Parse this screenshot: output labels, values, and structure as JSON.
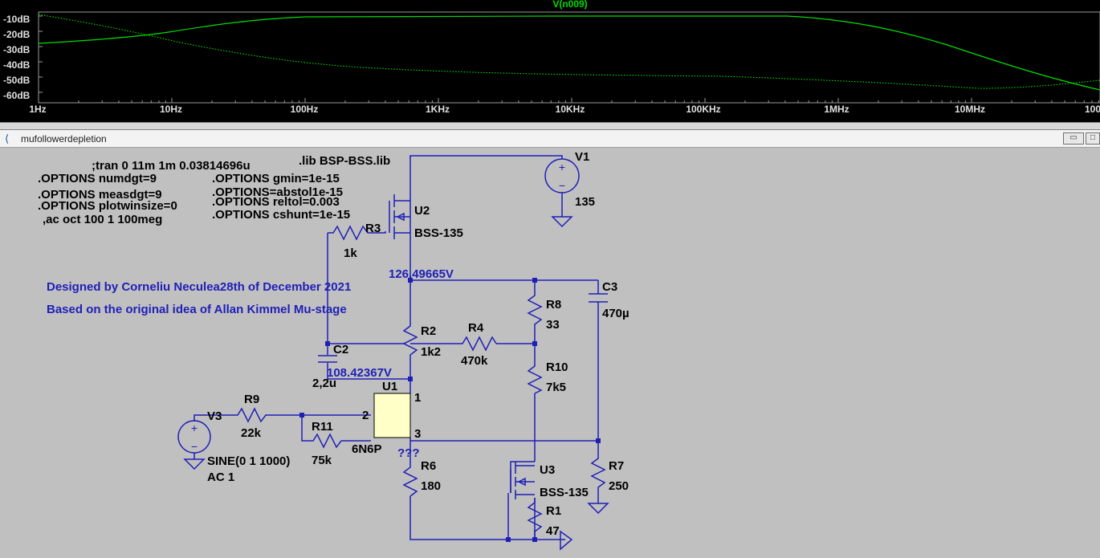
{
  "plot": {
    "trace_title": "V(n009)",
    "y_ticks": [
      "-10dB",
      "-20dB",
      "-30dB",
      "-40dB",
      "-50dB",
      "-60dB"
    ],
    "x_ticks": [
      "1Hz",
      "10Hz",
      "100Hz",
      "1KHz",
      "10KHz",
      "100KHz",
      "1MHz",
      "10MHz",
      "100"
    ],
    "trace_color": "#00dd00",
    "background": "#000000"
  },
  "window": {
    "title": "mufollowerdepletion",
    "minimize": "▭",
    "maximize": "□"
  },
  "directives": {
    "tran": ";tran 0 11m 1m 0.03814696u",
    "lib": ".lib BSP-BSS.lib",
    "opt_numdgt": ".OPTIONS numdgt=9",
    "opt_measdgt": ".OPTIONS measdgt=9",
    "opt_plotwinsize": ".OPTIONS plotwinsize=0",
    "ac": ",ac oct 100 1 100meg",
    "opt_gmin": ".OPTIONS gmin=1e-15",
    "opt_abstol": ".OPTIONS=abstol1e-15",
    "opt_reltol": ".OPTIONS reltol=0.003",
    "opt_cshunt": ".OPTIONS cshunt=1e-15"
  },
  "notes": {
    "designer": "Designed by Corneliu Neculea28th of December 2021",
    "based_on": "Based on the original idea of Allan Kimmel Mu-stage"
  },
  "voltages": {
    "top": "126.49665V",
    "mid": "108.42367V",
    "unknown": "???"
  },
  "components": {
    "V1": {
      "name": "V1",
      "value": "135"
    },
    "U2": {
      "name": "U2",
      "value": "BSS-135"
    },
    "R3": {
      "name": "R3",
      "value": "1k"
    },
    "C3": {
      "name": "C3",
      "value": "470µ"
    },
    "R8": {
      "name": "R8",
      "value": "33"
    },
    "R2": {
      "name": "R2",
      "value": "1k2"
    },
    "R4": {
      "name": "R4",
      "value": "470k"
    },
    "C2": {
      "name": "C2",
      "value": "2,2u"
    },
    "R10": {
      "name": "R10",
      "value": "7k5"
    },
    "U1": {
      "name": "U1",
      "value": "6N6P",
      "pin1": "1",
      "pin2": "2",
      "pin3": "3"
    },
    "R9": {
      "name": "R9",
      "value": "22k"
    },
    "V3": {
      "name": "V3",
      "value": "SINE(0 1 1000)",
      "ac": "AC 1"
    },
    "R11": {
      "name": "R11",
      "value": "75k"
    },
    "R6": {
      "name": "R6",
      "value": "180"
    },
    "U3": {
      "name": "U3",
      "value": "BSS-135"
    },
    "R7": {
      "name": "R7",
      "value": "250"
    },
    "R1": {
      "name": "R1",
      "value": "47"
    }
  }
}
